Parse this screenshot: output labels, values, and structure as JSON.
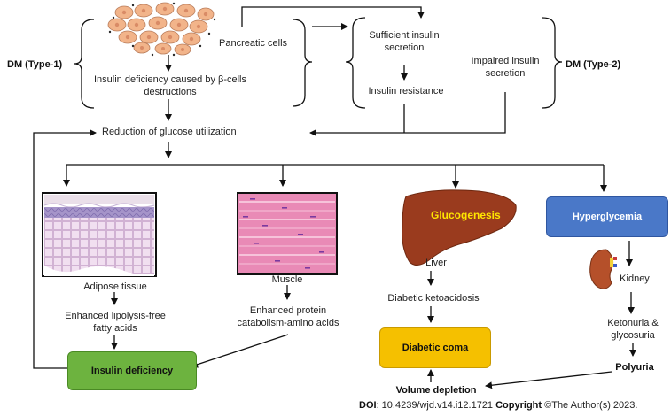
{
  "labels": {
    "dm_type1": "DM (Type-1)",
    "dm_type2": "DM (Type-2)",
    "pancreatic_cells": "Pancreatic cells",
    "insulin_deficiency_beta_line1": "Insulin deficiency caused by β-cells",
    "insulin_deficiency_beta_line2": "destructions",
    "sufficient_secretion_line1": "Sufficient insulin",
    "sufficient_secretion_line2": "secretion",
    "insulin_resistance": "Insulin resistance",
    "impaired_secretion_line1": "Impaired insulin",
    "impaired_secretion_line2": "secretion",
    "reduction_glucose": "Reduction of glucose utilization",
    "adipose_tissue": "Adipose tissue",
    "lipolysis_line1": "Enhanced lipolysis-free",
    "lipolysis_line2": "fatty acids",
    "muscle": "Muscle",
    "protein_line1": "Enhanced protein",
    "protein_line2": "catabolism-amino acids",
    "glucogenesis": "Glucogenesis",
    "liver": "Liver",
    "diabetic_ketoacidosis": "Diabetic ketoacidosis",
    "diabetic_coma": "Diabetic coma",
    "volume_depletion": "Volume depletion",
    "hyperglycemia": "Hyperglycemia",
    "kidney": "Kidney",
    "ketonuria_line1": "Ketonuria &",
    "ketonuria_line2": "glycosuria",
    "polyuria": "Polyuria",
    "insulin_deficiency_box": "Insulin deficiency"
  },
  "footer": {
    "doi_label": "DOI",
    "doi_value": ": 10.4239/wjd.v14.i12.1721 ",
    "copyright_label": "Copyright",
    "copyright_value": " ©The Author(s) 2023."
  },
  "colors": {
    "insulin_deficiency_fill": "#6db33f",
    "diabetic_coma_fill": "#f5c000",
    "hyperglycemia_fill": "#4a78c8",
    "glucogenesis_text": "#ffe600",
    "liver_fill": "#9a3b1e",
    "kidney_fill": "#b5502a",
    "cell_fill": "#f2b48a"
  }
}
